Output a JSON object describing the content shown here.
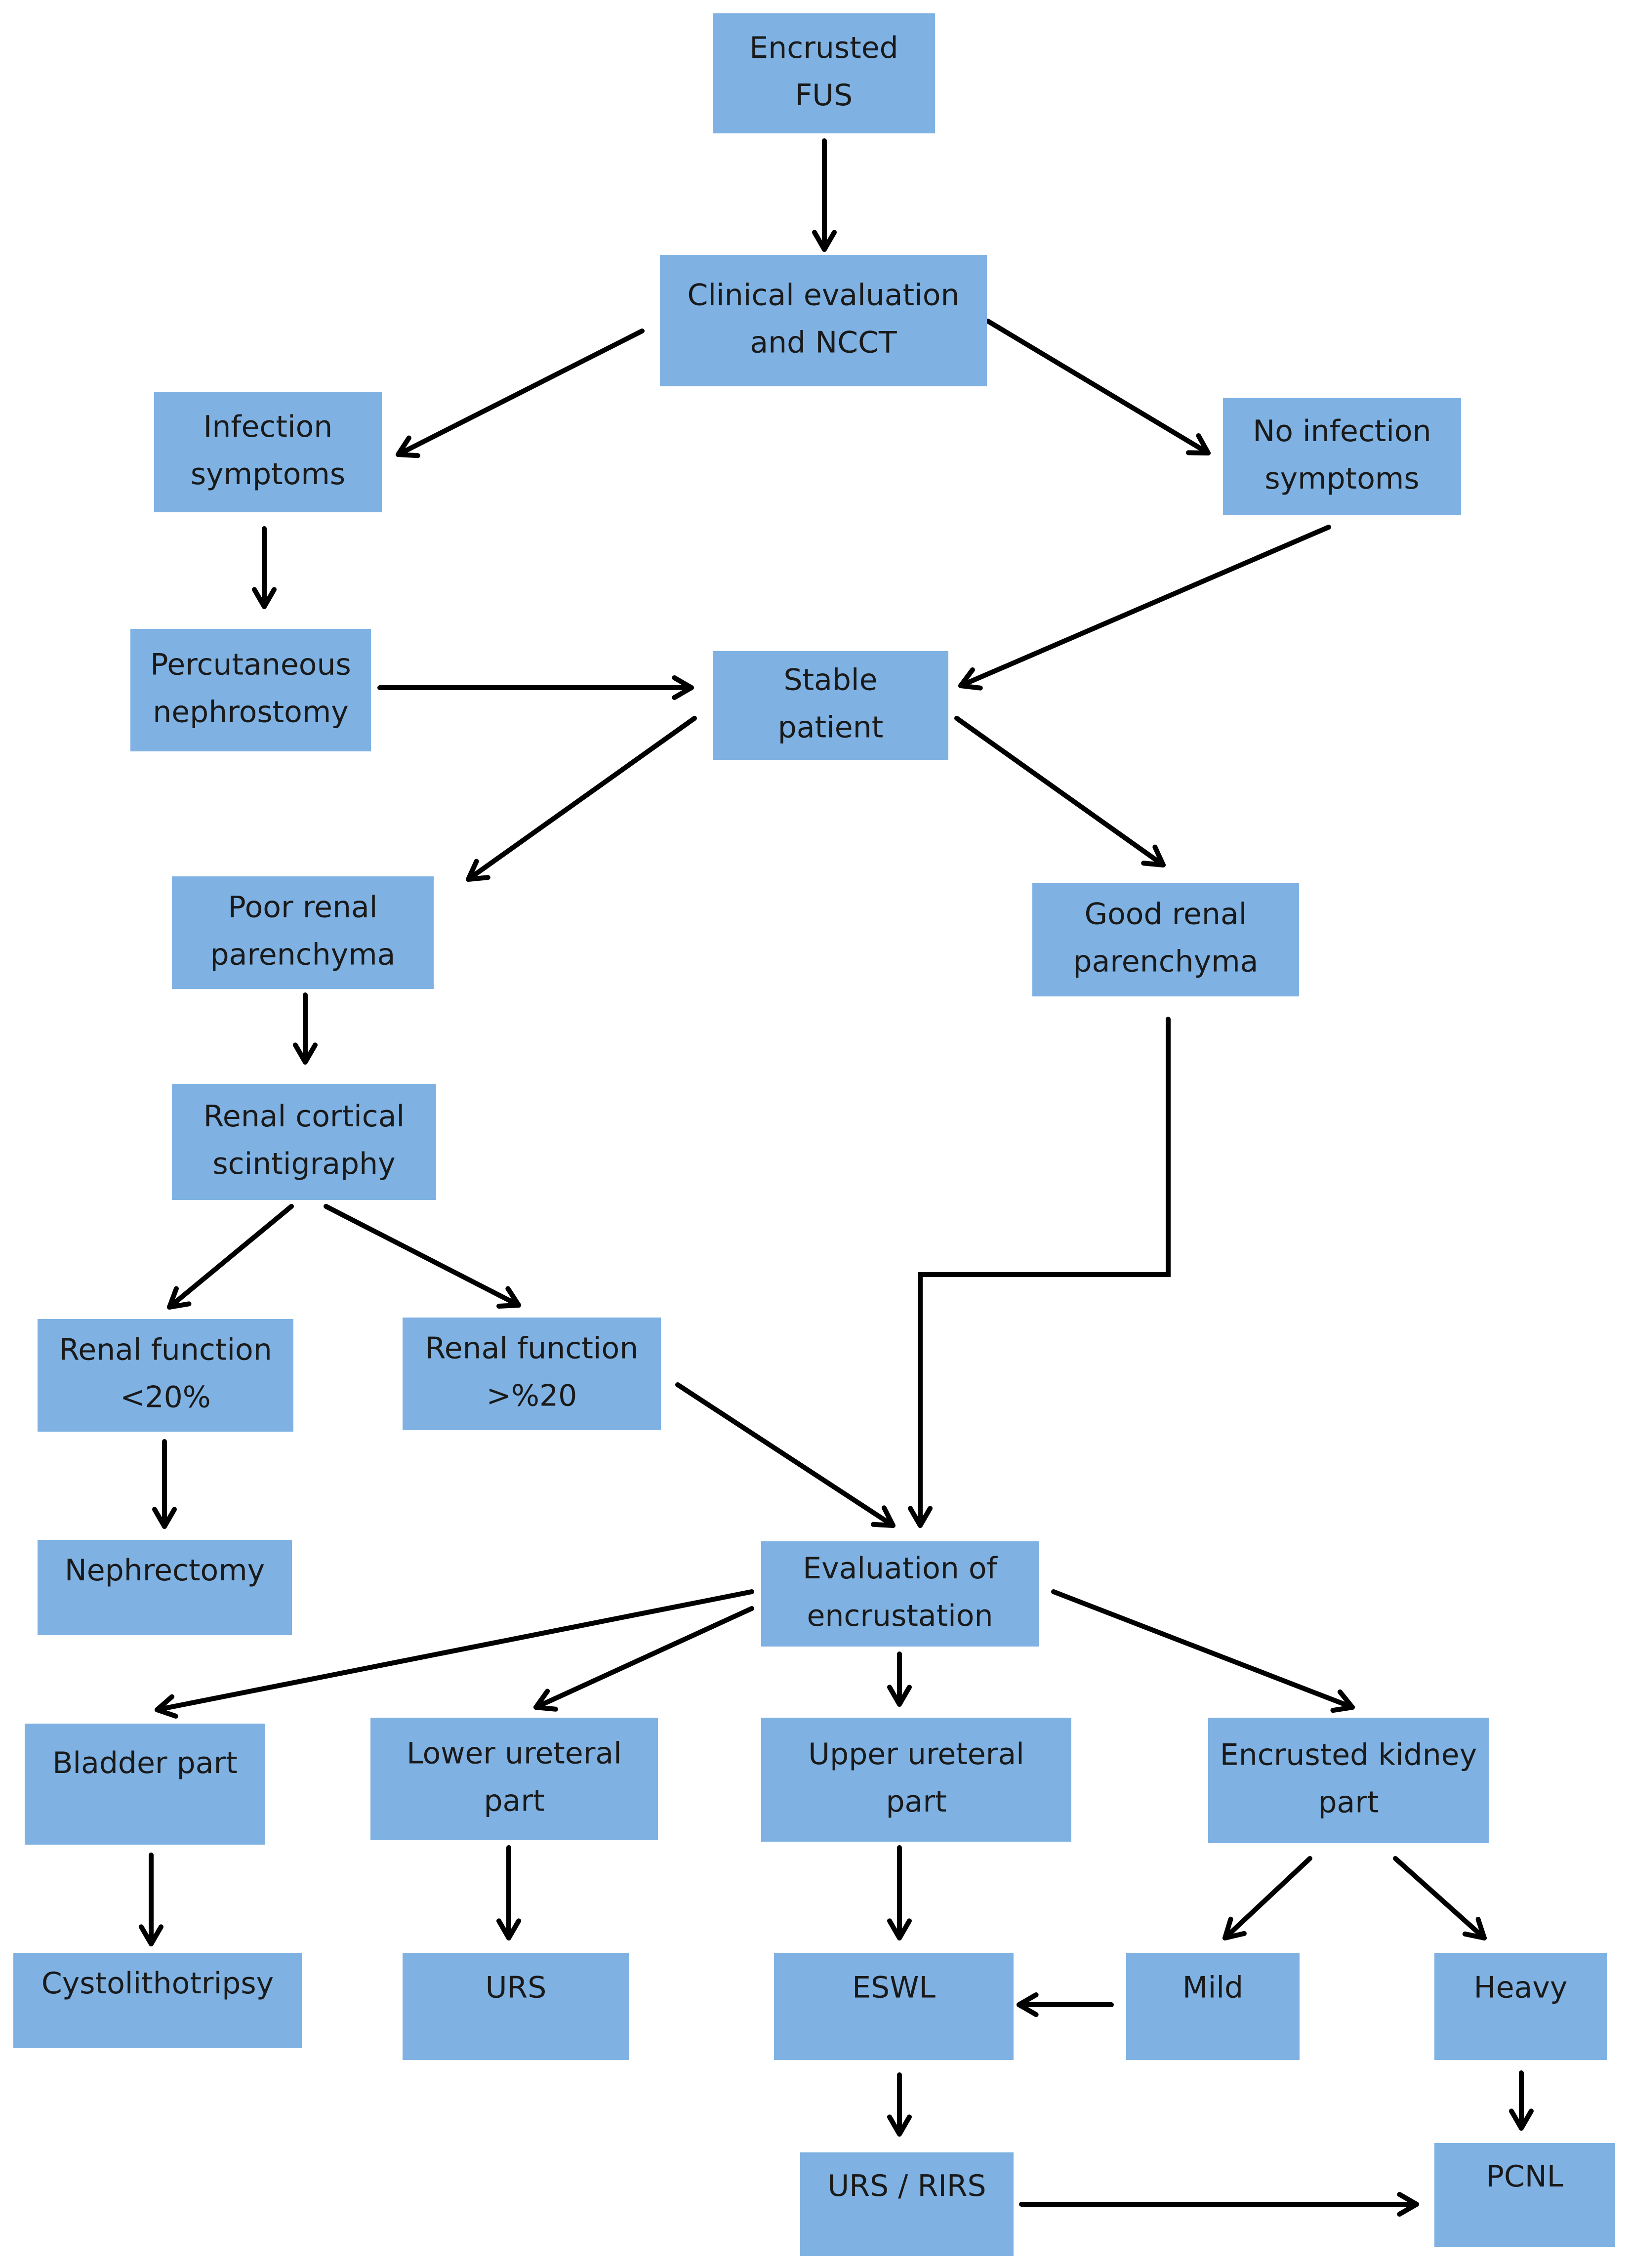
{
  "nodes": {
    "encrusted_fus": [
      "Encrusted",
      "FUS"
    ],
    "clinical_eval": [
      "Clinical evaluation",
      "and NCCT"
    ],
    "infection": [
      "Infection",
      "symptoms"
    ],
    "no_infection": [
      "No infection",
      "symptoms"
    ],
    "percutaneous": [
      "Percutaneous",
      "nephrostomy"
    ],
    "stable": [
      "Stable",
      "patient"
    ],
    "poor_parenchyma": [
      "Poor renal",
      "parenchyma"
    ],
    "good_parenchyma": [
      "Good renal",
      "parenchyma"
    ],
    "scintigraphy": [
      "Renal cortical",
      "scintigraphy"
    ],
    "rf_low": [
      "Renal function",
      "<20%"
    ],
    "rf_high": [
      "Renal function",
      ">%20"
    ],
    "nephrectomy": [
      "Nephrectomy"
    ],
    "evaluation": [
      "Evaluation of",
      "encrustation"
    ],
    "bladder": [
      "Bladder part"
    ],
    "lower_ureteral": [
      "Lower ureteral",
      "part"
    ],
    "upper_ureteral": [
      "Upper ureteral",
      "part"
    ],
    "kidney": [
      "Encrusted kidney",
      "part"
    ],
    "cystolithotripsy": [
      "Cystolithotripsy"
    ],
    "urs": [
      "URS"
    ],
    "eswl": [
      "ESWL"
    ],
    "mild": [
      "Mild"
    ],
    "heavy": [
      "Heavy"
    ],
    "urs_rirs": [
      "URS / RIRS"
    ],
    "pcnl": [
      "PCNL"
    ]
  }
}
